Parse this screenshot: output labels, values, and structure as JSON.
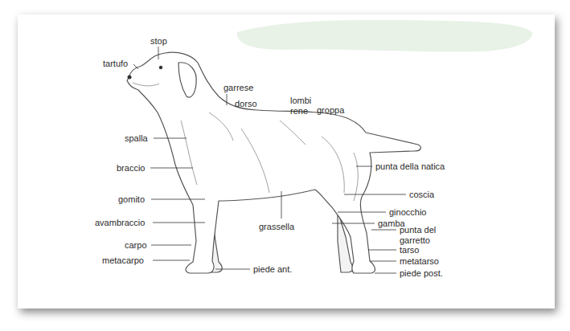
{
  "diagram": {
    "labels": [
      "stop",
      "tartufo",
      "garrese",
      "dorso",
      "lombi rene",
      "groppa",
      "spalla",
      "braccio",
      "gomito",
      "avambraccio",
      "carpo",
      "metacarpo",
      "piede ant.",
      "grassella",
      "punta della natica",
      "coscia",
      "ginocchio",
      "gamba",
      "punta del garretto",
      "tarso",
      "metatarso",
      "piede post."
    ]
  }
}
